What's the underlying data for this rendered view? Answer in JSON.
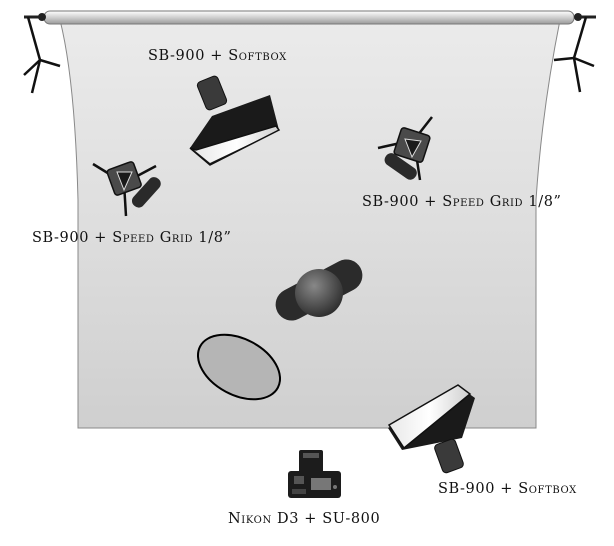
{
  "labels": {
    "softbox_top": "SB-900 + Softbox",
    "grid_right": "SB-900 + Speed Grid 1/8”",
    "grid_left": "SB-900 + Speed Grid 1/8”",
    "softbox_bottom": "SB-900 + Softbox",
    "camera": "Nikon D3 + SU-800"
  },
  "colors": {
    "backdrop": "#d4d4d4",
    "reflector": "#b5b5b5",
    "equipment": "#2a2a2a"
  }
}
